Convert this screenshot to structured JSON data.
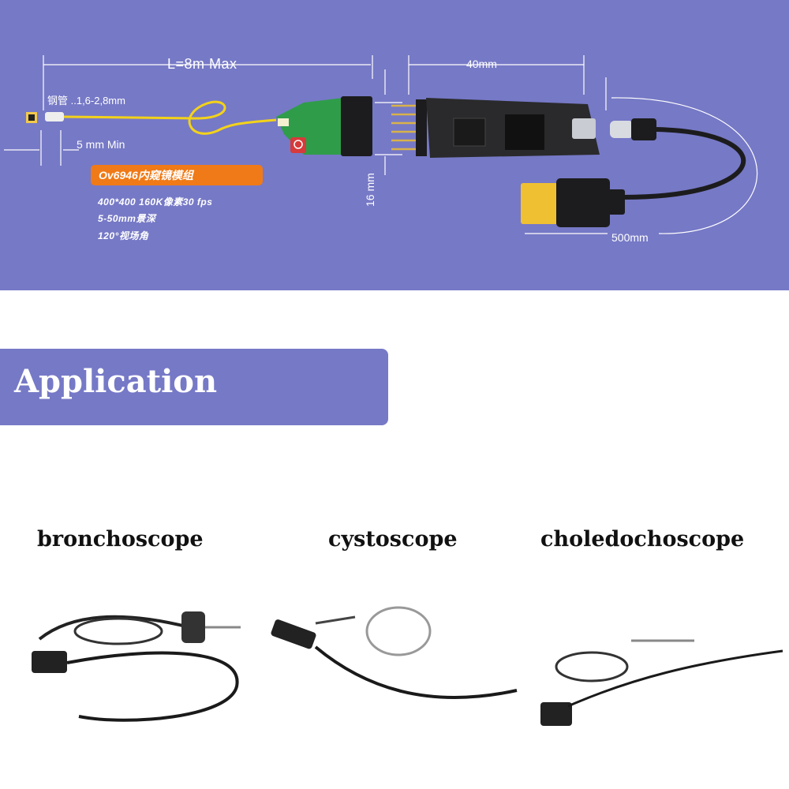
{
  "banner": {
    "length_label": "L=8m Max",
    "board_width_label": "40mm",
    "tube_label": "钢管 ..1,6-2,8mm",
    "rigid_label": "5 mm Min",
    "height_label": "16 mm",
    "cable_label": "500mm",
    "module_name": "Ov6946内窥镜模组",
    "specs": [
      "400*400  160K像素30 fps",
      "5-50mm景深",
      "120°视场角"
    ]
  },
  "application": {
    "title": "Application",
    "items": [
      {
        "label": "bronchoscope"
      },
      {
        "label": "cystoscope"
      },
      {
        "label": "choledochoscope"
      }
    ]
  },
  "colors": {
    "banner_bg": "#7679c6",
    "badge": "#f07a17"
  }
}
